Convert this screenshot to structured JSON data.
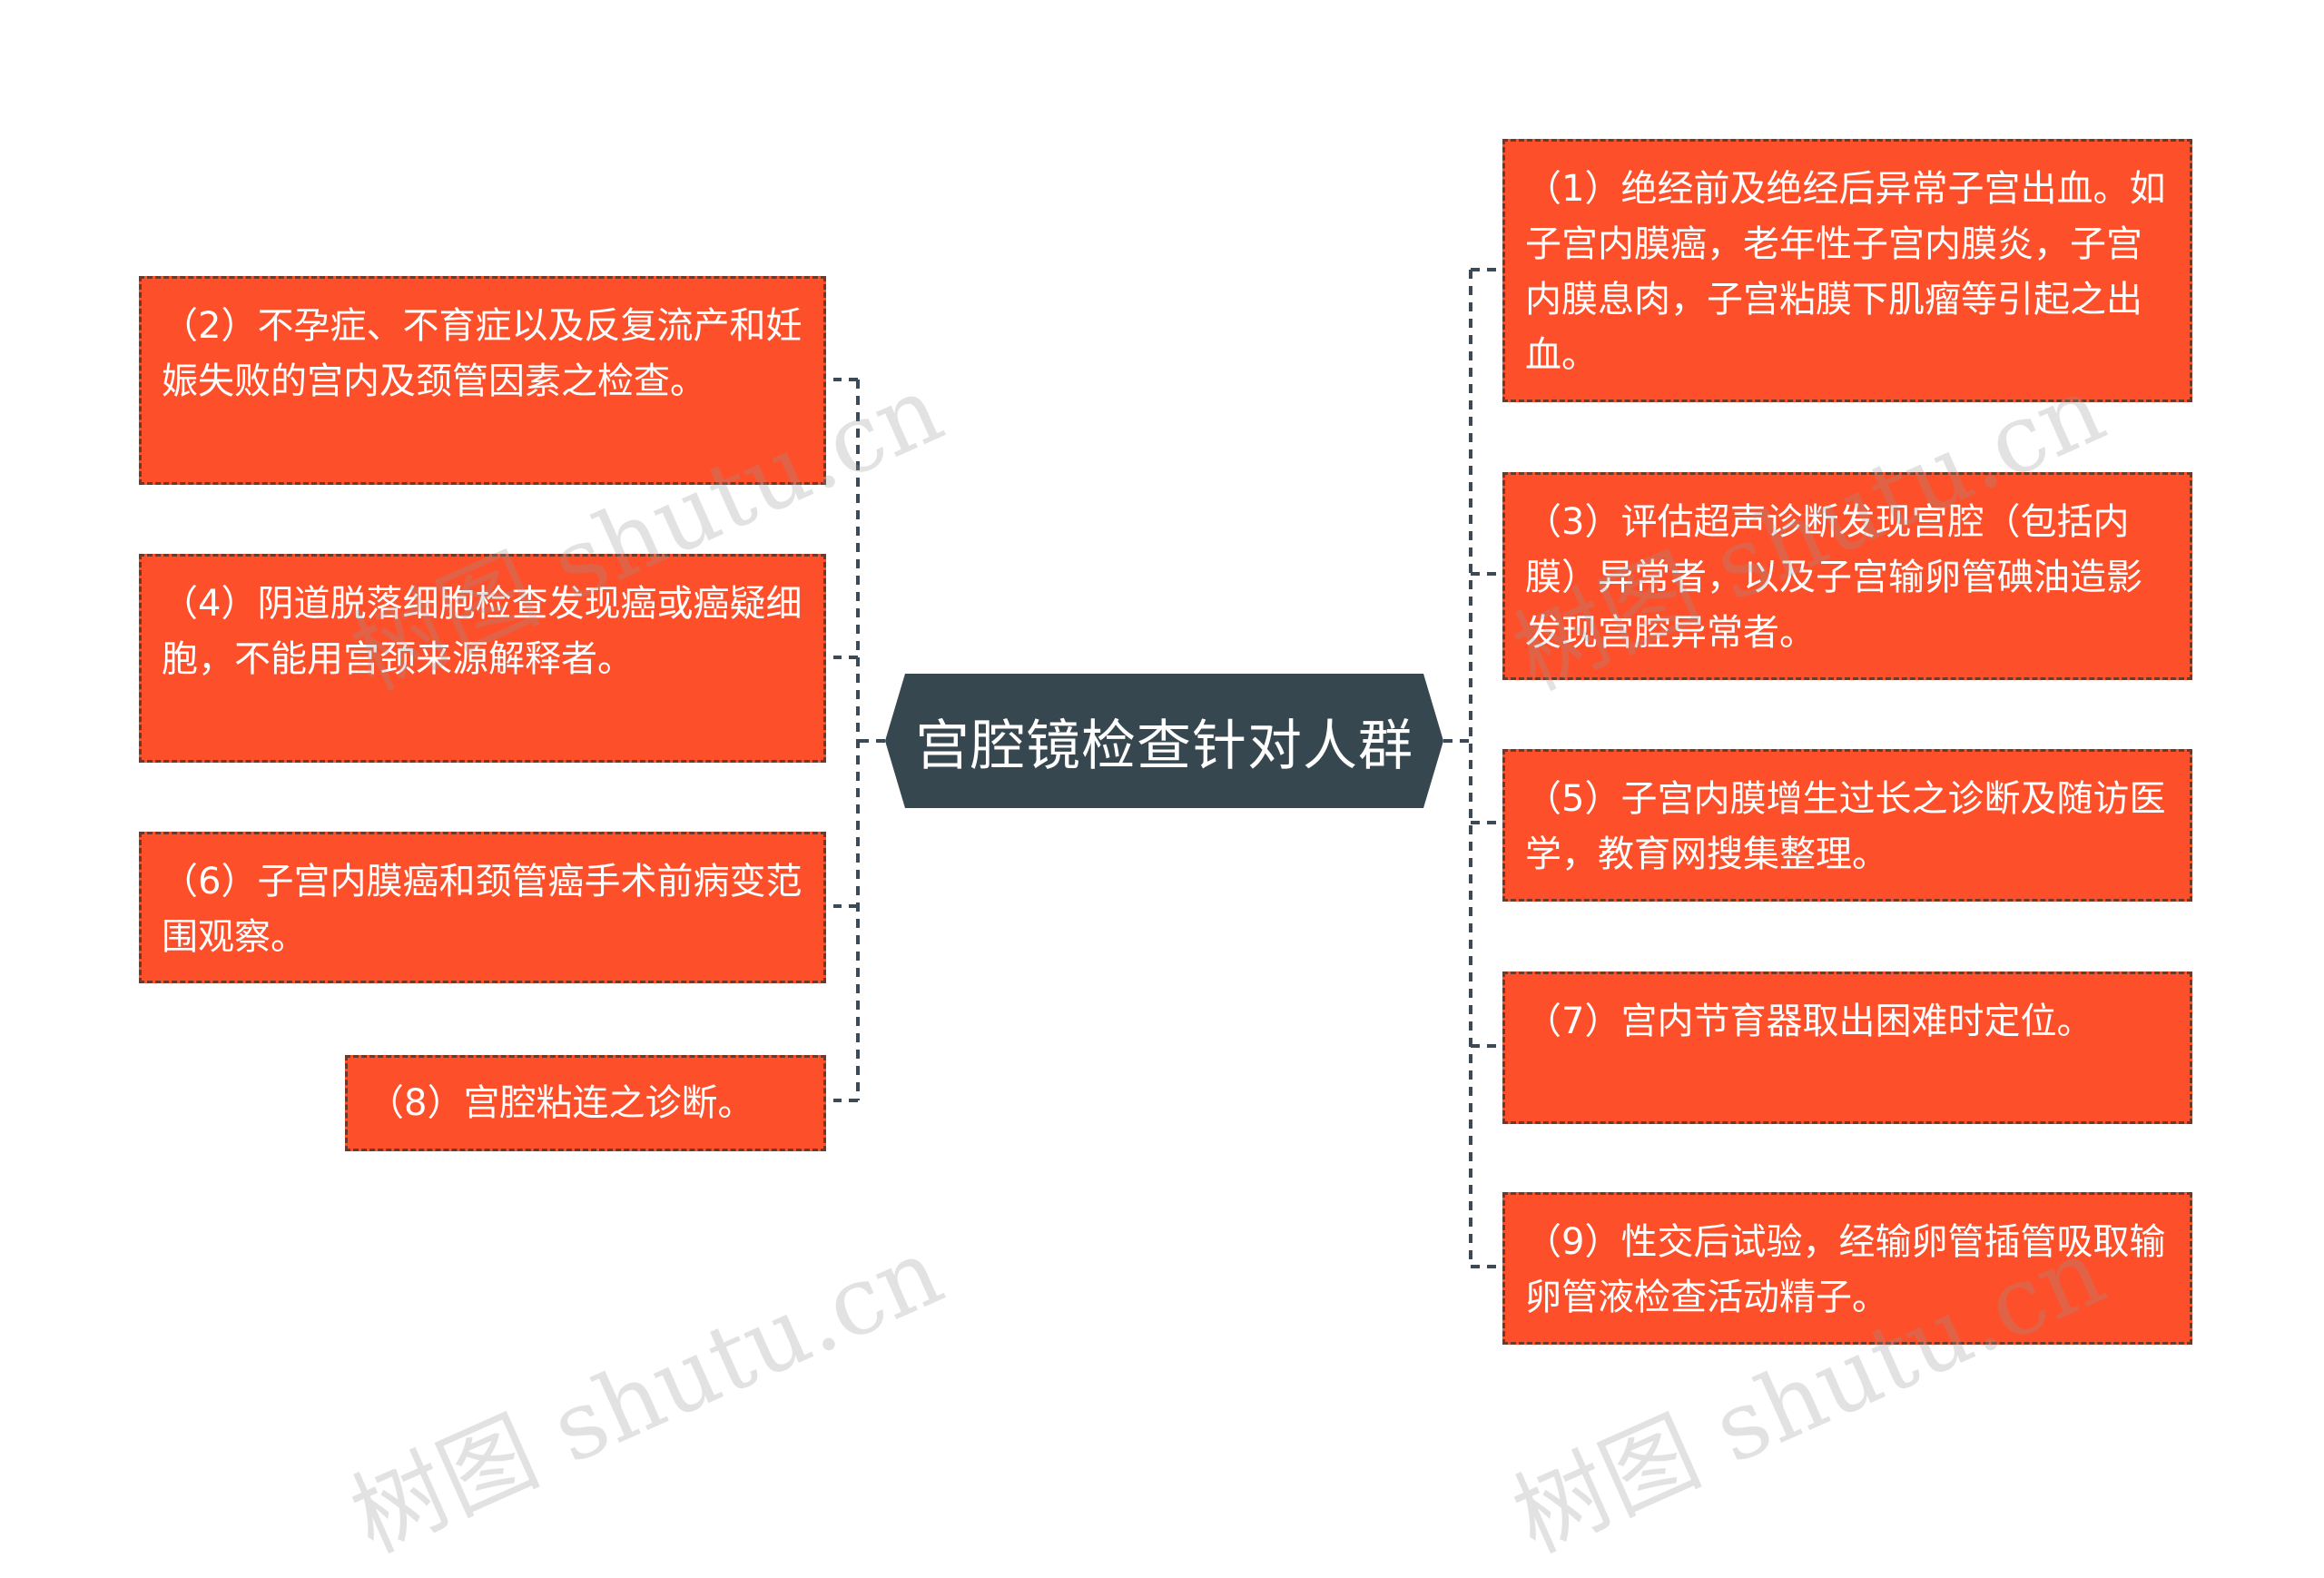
{
  "center": {
    "label": "宫腔镜检查针对人群",
    "fill": "#37474f",
    "text_color": "#ffffff"
  },
  "colors": {
    "topic_fill": "#fd4f2a",
    "topic_border": "#6b3a2a",
    "connector": "#3c4a57",
    "topic_text": "#ffffff"
  },
  "left_topics": [
    {
      "id": "2",
      "text": "（2）不孕症、不育症以及反复流产和妊娠失败的宫内及颈管因素之检查。"
    },
    {
      "id": "4",
      "text": "（4）阴道脱落细胞检查发现癌或癌疑细胞，不能用宫颈来源解释者。"
    },
    {
      "id": "6",
      "text": "（6）子宫内膜癌和颈管癌手术前病变范围观察。"
    },
    {
      "id": "8",
      "text": "（8）宫腔粘连之诊断。"
    }
  ],
  "right_topics": [
    {
      "id": "1",
      "text": "（1）绝经前及绝经后异常子宫出血。如子宫内膜癌，老年性子宫内膜炎，子宫内膜息肉，子宫粘膜下肌瘤等引起之出血。"
    },
    {
      "id": "3",
      "text": "（3）评估超声诊断发现宫腔（包括内膜）异常者，以及子宫输卵管碘油造影发现宫腔异常者。"
    },
    {
      "id": "5",
      "text": "（5）子宫内膜增生过长之诊断及随访医学，教育网搜集整理。"
    },
    {
      "id": "7",
      "text": "（7）宫内节育器取出困难时定位。"
    },
    {
      "id": "9",
      "text": "（9）性交后试验，经输卵管插管吸取输卵管液检查活动精子。"
    }
  ],
  "watermark": {
    "text": "树图 shutu.cn"
  }
}
